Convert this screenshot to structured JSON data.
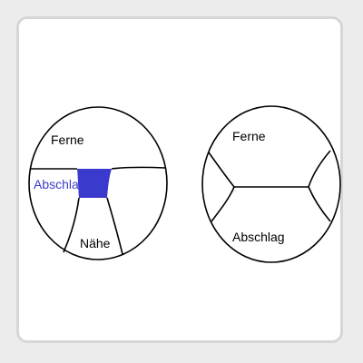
{
  "colors": {
    "background": "#ececec",
    "panel": "#ffffff",
    "panel_border": "#d6d6d6",
    "outline": "#000000",
    "accent": "#3a3acc"
  },
  "left_lens": {
    "far_label": "Ferne",
    "transition_label": "Abschlag",
    "near_label": "Nähe"
  },
  "right_lens": {
    "far_label": "Ferne",
    "transition_label": "Abschlag"
  }
}
